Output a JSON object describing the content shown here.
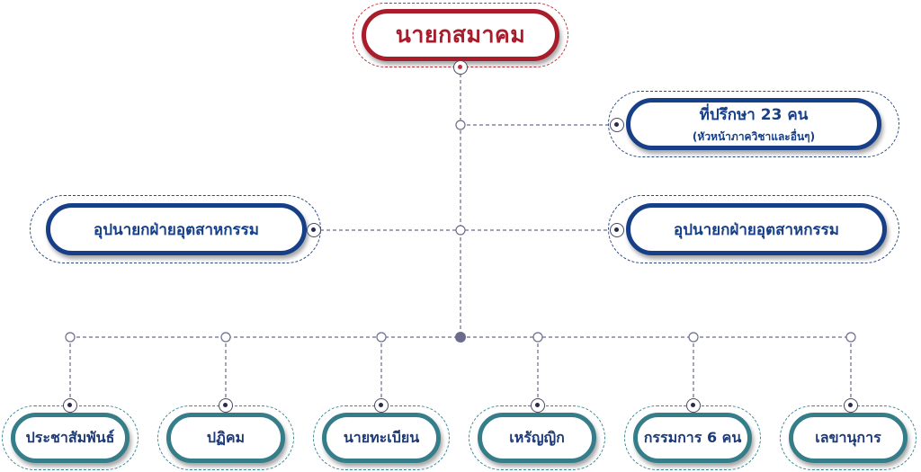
{
  "org_chart": {
    "root": {
      "label": "นายกสมาคม"
    },
    "advisor": {
      "title": "ที่ปรึกษา 23 คน",
      "subtitle": "(หัวหน้าภาควิชาและอื่นๆ)"
    },
    "vice_left": {
      "label": "อุปนายกฝ่ายอุตสาหกรรม"
    },
    "vice_right": {
      "label": "อุปนายกฝ่ายอุตสาหกรรม"
    },
    "committees": [
      {
        "label": "ประชาสัมพันธ์"
      },
      {
        "label": "ปฏิคม"
      },
      {
        "label": "นายทะเบียน"
      },
      {
        "label": "เหรัญญิก"
      },
      {
        "label": "กรรมการ 6 คน"
      },
      {
        "label": "เลขานุการ"
      }
    ]
  },
  "colors": {
    "root": "#a81c2c",
    "officers": "#173f87",
    "committees_border": "#357d89",
    "connector": "#6b6b8e"
  }
}
